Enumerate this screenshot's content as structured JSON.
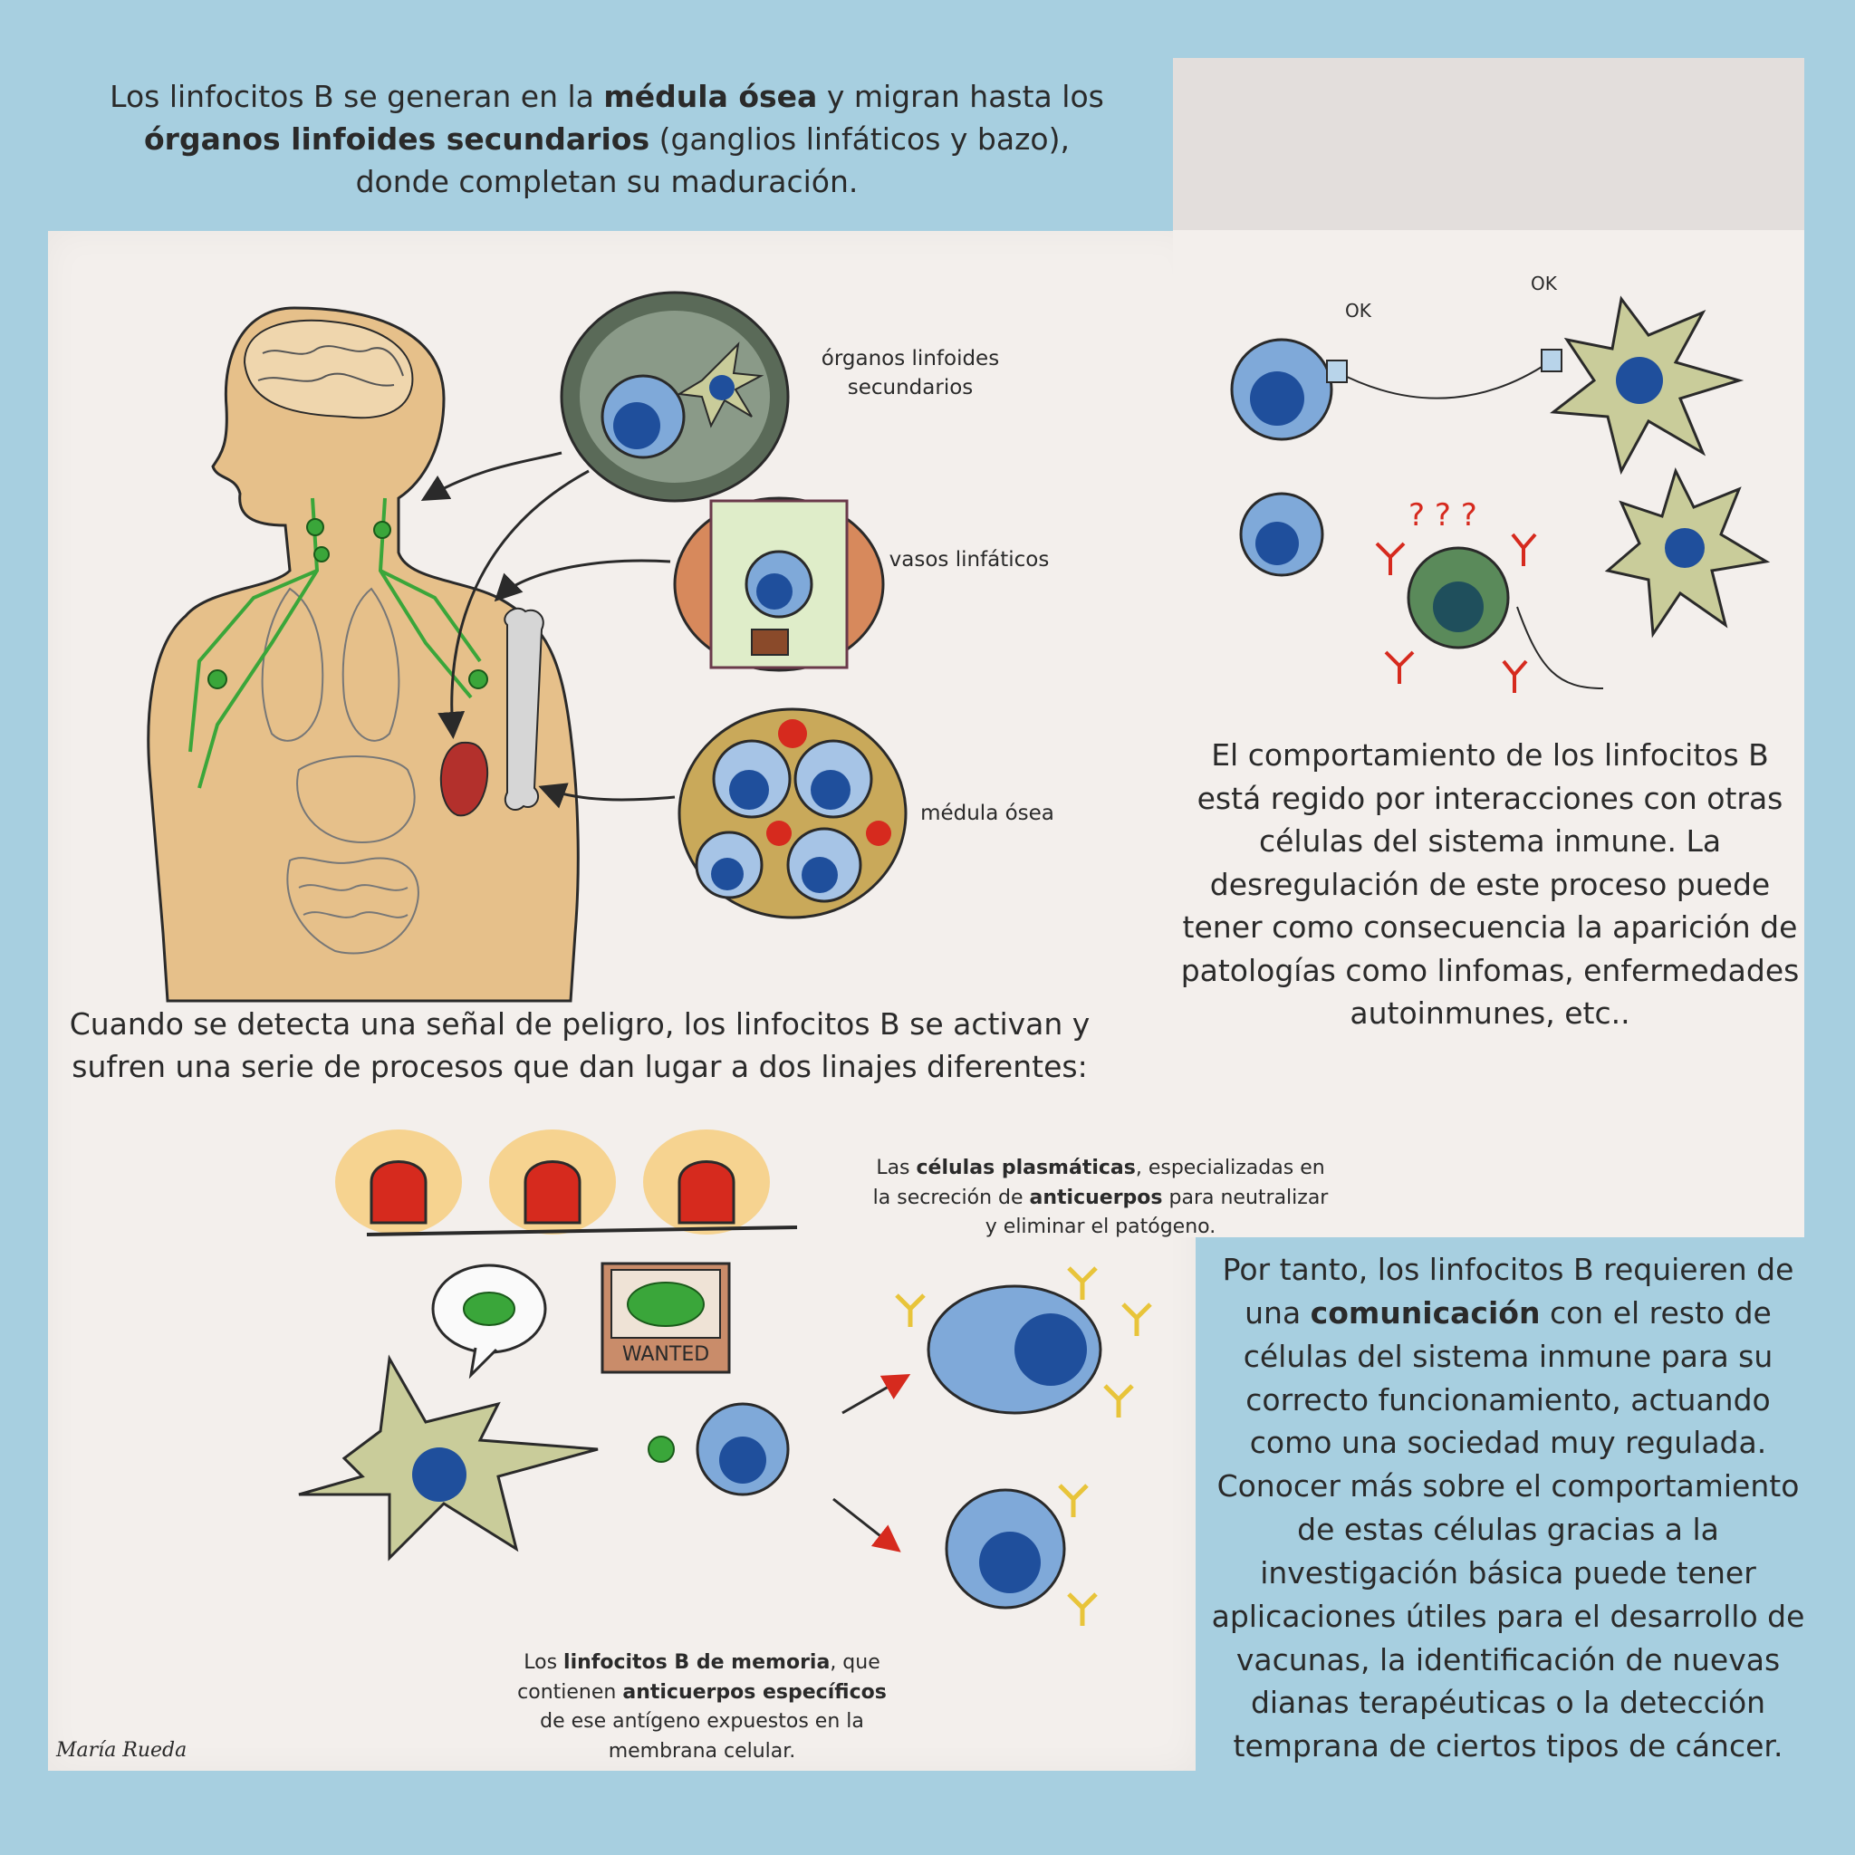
{
  "intro": {
    "part1": "Los linfocitos B se generan en la ",
    "bold1": "médula ósea",
    "part2": " y migran hasta los ",
    "bold2": "órganos linfoides secundarios",
    "part3": " (ganglios linfáticos y bazo), donde completan su maduración."
  },
  "labels": {
    "organos": "órganos linfoides secundarios",
    "vasos": "vasos linfáticos",
    "medula": "médula ósea",
    "ok_left": "OK",
    "ok_right": "OK",
    "wanted": "WANTED"
  },
  "behaviour": {
    "text": "El comportamiento de los linfocitos B está regido por interacciones con otras células del sistema inmune. La desregulación de este proceso puede tener como consecuencia la aparición de patologías como linfomas, enfermedades autoinmunes, etc.."
  },
  "danger": {
    "text": "Cuando se detecta una señal de peligro, los linfocitos B se activan y sufren una serie de procesos que dan lugar a dos linajes diferentes:"
  },
  "plasma": {
    "part1": "Las ",
    "bold1": "células plasmáticas",
    "part2": ", especializadas en la secreción de ",
    "bold2": "anticuerpos",
    "part3": " para neutralizar y eliminar el patógeno."
  },
  "memoria": {
    "part1": "Los ",
    "bold1": "linfocitos B de memoria",
    "part2": ", que contienen ",
    "bold2": "anticuerpos específicos",
    "part3": " de ese antígeno expuestos en la membrana celular."
  },
  "conclusion": {
    "part1": "Por tanto, los linfocitos B requieren de una ",
    "bold1": "comunicación",
    "part2": " con el resto de células del sistema inmune para su correcto funcionamiento, actuando como una sociedad muy regulada. Conocer más sobre el comportamiento de estas células gracias a la investigación básica puede tener aplicaciones útiles para el desarrollo de vacunas, la identificación de nuevas dianas terapéuticas o la detección temprana de ciertos tipos de cáncer."
  },
  "signature": "María Rueda",
  "colors": {
    "background": "#a7cfe0",
    "paper": "#f3efec",
    "b_cell": "#7fa9d9",
    "nucleus": "#1f4f9c",
    "dendritic_cell": "#c9cc9a",
    "skin": "#e6c08a",
    "lymph": "#3aa63a",
    "alarm": "#d62a1e"
  },
  "icons": [
    "human-body-illustration",
    "b-cell-icon",
    "dendritic-cell-icon",
    "alarm-siren-icon",
    "wanted-poster-icon",
    "antibody-icon",
    "arrow-icon",
    "speech-bubble-icon",
    "string-telephone-icon"
  ]
}
